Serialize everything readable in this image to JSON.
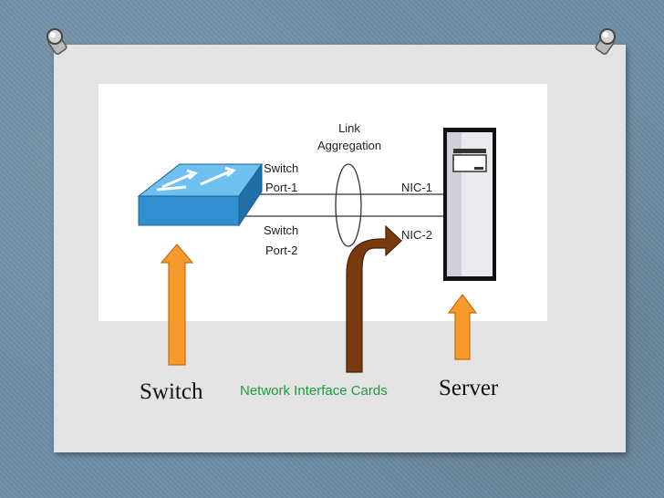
{
  "diagram": {
    "link_aggregation": [
      "Link",
      "Aggregation"
    ],
    "port1": [
      "Switch",
      "Port-1"
    ],
    "port2": [
      "Switch",
      "Port-2"
    ],
    "nic1": "NIC-1",
    "nic2": "NIC-2"
  },
  "captions": {
    "switch": "Switch",
    "nic": "Network Interface Cards",
    "server": "Server"
  },
  "colors": {
    "switch_box": "#2f8fcf",
    "up_arrow": "#f79a2c",
    "nic_arrow": "#7a3a10",
    "nic_caption": "#1f9a3e"
  },
  "icons": [
    "pin-icon",
    "switch-icon",
    "server-icon",
    "up-arrow-icon",
    "curved-arrow-icon"
  ]
}
